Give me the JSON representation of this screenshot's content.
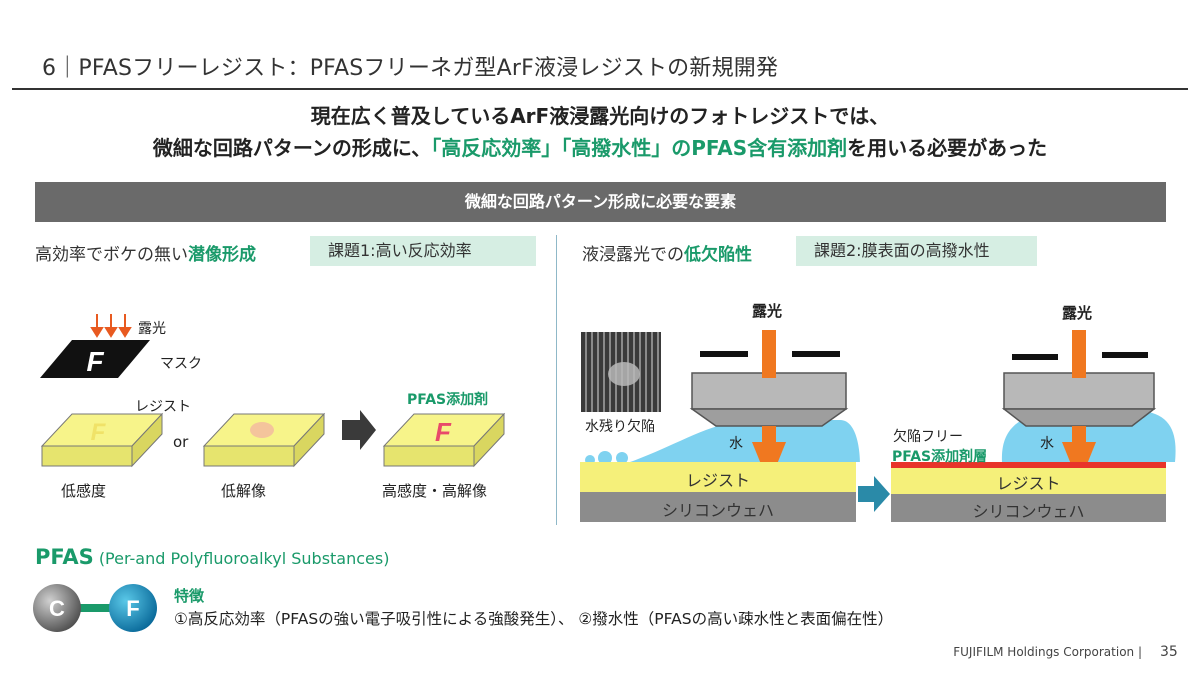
{
  "header": {
    "title": "6｜PFASフリーレジスト：PFASフリーネガ型ArF液浸レジストの新規開発"
  },
  "headline": {
    "line1": "現在広く普及しているArF液浸露光向けのフォトレジストでは、",
    "line2_pre": "微細な回路パターンの形成に、",
    "line2_green": "「高反応効率」「高撥水性」のPFAS含有添加剤",
    "line2_post": "を用いる必要があった"
  },
  "section_bar": "微細な回路パターン形成に必要な要素",
  "left": {
    "heading_pre": "高効率でボケの無い",
    "heading_green": "潜像形成",
    "pill": "課題1:高い反応効率",
    "exposure": "露光",
    "mask": "マスク",
    "mask_letter": "F",
    "resist": "レジスト",
    "or": "or",
    "pfas_additive": "PFAS添加剤",
    "labels": [
      "低感度",
      "低解像",
      "高感度・高解像"
    ]
  },
  "right": {
    "heading_pre": "液浸露光での",
    "heading_green": "低欠陥性",
    "pill": "課題2:膜表面の高撥水性",
    "exposure": "露光",
    "water_defect": "水残り欠陥",
    "water": "水",
    "resist": "レジスト",
    "wafer": "シリコンウェハ",
    "defect_free": "欠陥フリー",
    "pfas_layer": "PFAS添加剤層"
  },
  "pfas": {
    "name": "PFAS",
    "full": "(Per-and Polyfluoroalkyl Substances)",
    "atom_c": "C",
    "atom_f": "F",
    "feature_title": "特徴",
    "feature_text": "①高反応効率（PFASの強い電子吸引性による強酸発生）、 ②撥水性（PFASの高い疎水性と表面偏在性）"
  },
  "footer": {
    "company": "FUJIFILM Holdings Corporation |",
    "page": "35"
  },
  "colors": {
    "accent_green": "#1a9a6a",
    "pfas_red": "#e82a2a",
    "arrow_orange": "#f07820",
    "resist_yellow": "#f5f07a",
    "water_blue": "#7fd2f0",
    "wafer_gray": "#8c8c8c"
  }
}
